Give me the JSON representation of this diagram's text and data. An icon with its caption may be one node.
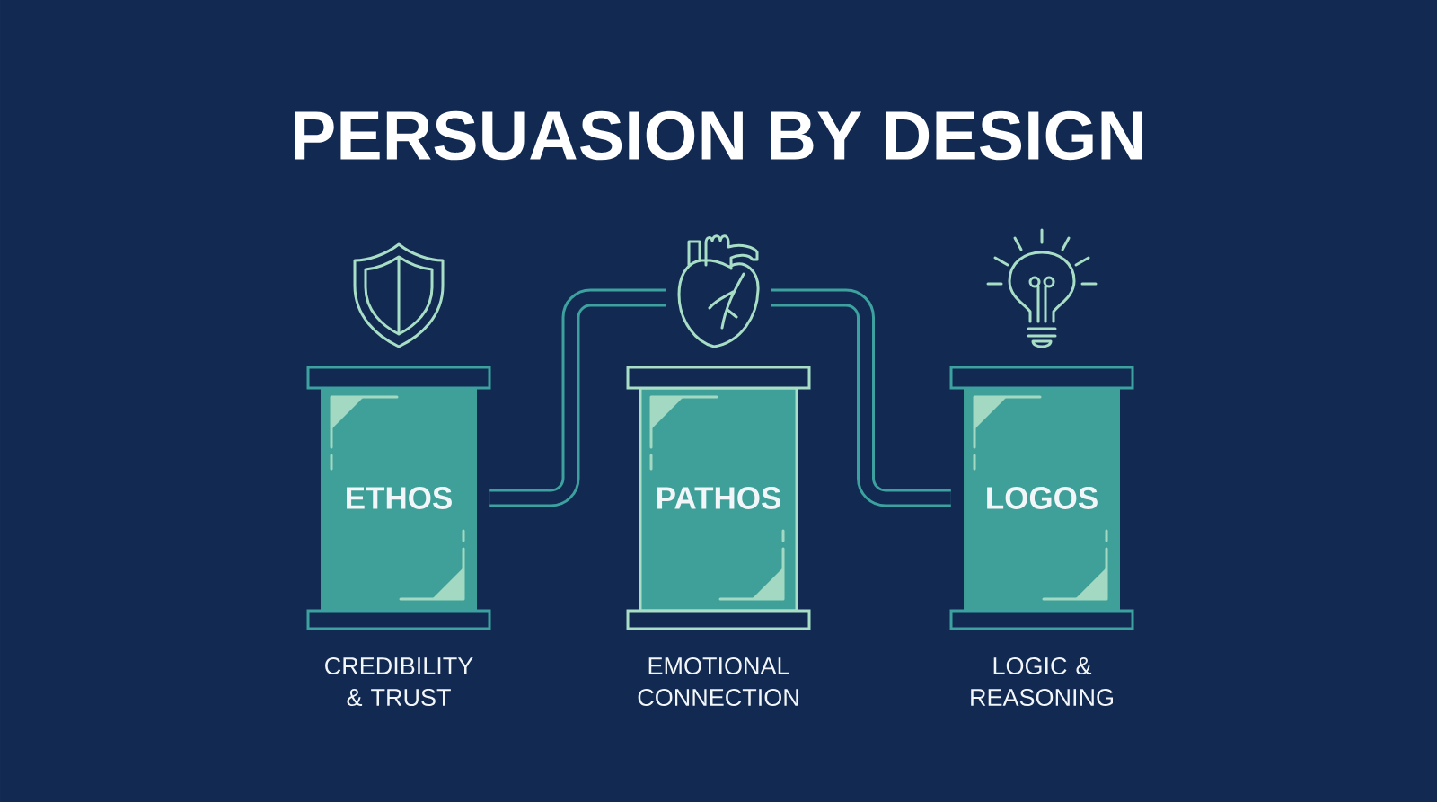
{
  "diagram": {
    "title": "PERSUASION BY DESIGN",
    "nodes": [
      {
        "text": [
          "ETHOS"
        ],
        "beside": [
          "CREDIBILITY & TRUST"
        ]
      },
      {
        "text": [],
        "shape": "picture"
      },
      {
        "text": [
          "PATHOS"
        ],
        "beside": [
          "EMOTIONAL CONNECTION"
        ]
      },
      {
        "text": [
          "LOGOS"
        ],
        "beside": [
          "LOGIC & REASONING"
        ]
      }
    ],
    "edges": [
      {
        "from": 0,
        "to": 1,
        "arrow": "none"
      },
      {
        "from": 1,
        "to": 3,
        "arrow": "none"
      }
    ]
  }
}
